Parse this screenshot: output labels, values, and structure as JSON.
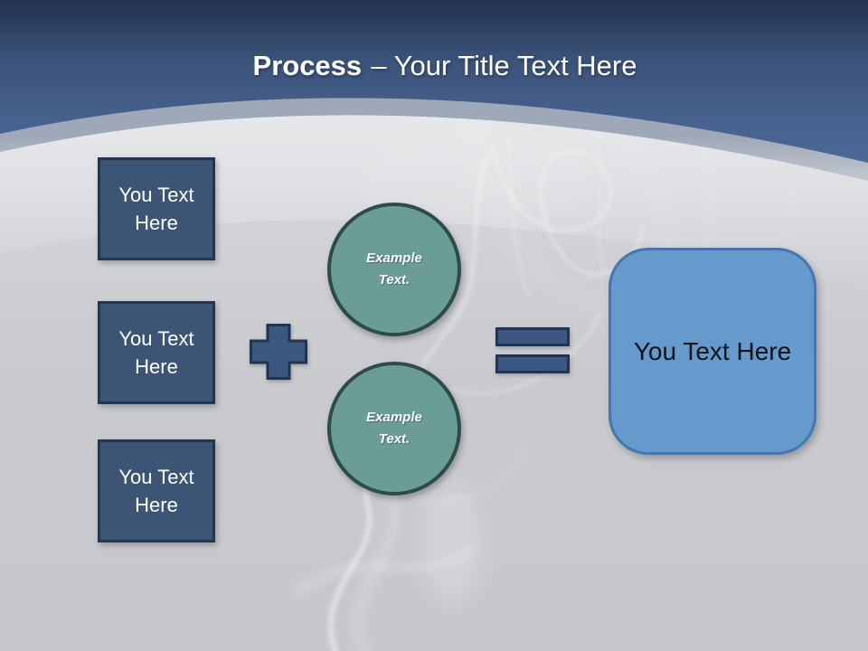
{
  "slide": {
    "title": {
      "bold_text": "Process",
      "regular_text": "– Your Title Text Here"
    }
  },
  "diagram": {
    "input_boxes": [
      {
        "label": "You Text Here"
      },
      {
        "label": "You Text Here"
      },
      {
        "label": "You Text Here"
      }
    ],
    "example_circles": [
      {
        "label": "Example Text."
      },
      {
        "label": "Example Text."
      }
    ],
    "plus_icon": "plus-sign",
    "equals_icon": "equals-sign",
    "result_box": {
      "label": "You Text Here"
    }
  },
  "colors": {
    "header_blue": "#44608E",
    "header_blue_dark": "#23324E",
    "curve_band": "#ACB4C2",
    "background": "#C8CACD",
    "box_fill": "#3C5575",
    "box_border": "#24364F",
    "circle_fill": "#6B9D98",
    "circle_border": "#2F4B48",
    "operator_fill": "#3C5880",
    "operator_border": "#203352",
    "result_fill": "#6699CC",
    "result_border": "#4577AE",
    "title_text": "#FFFFFF",
    "result_text": "#101318"
  }
}
